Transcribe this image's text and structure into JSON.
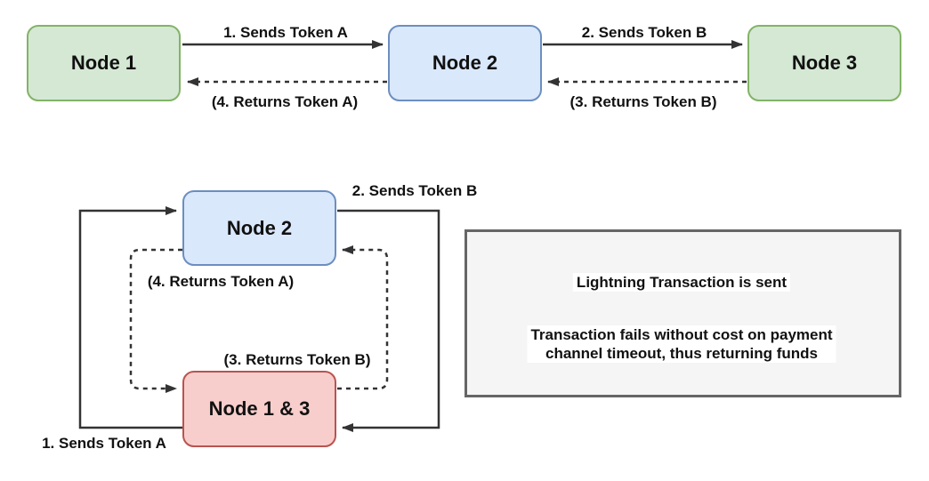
{
  "top_diagram": {
    "nodes": [
      {
        "label": "Node 1",
        "color": "green"
      },
      {
        "label": "Node 2",
        "color": "blue"
      },
      {
        "label": "Node 3",
        "color": "green"
      }
    ],
    "edges": [
      {
        "label": "1. Sends Token A",
        "type": "solid",
        "from": "Node 1",
        "to": "Node 2"
      },
      {
        "label": "2. Sends Token B",
        "type": "solid",
        "from": "Node 2",
        "to": "Node 3"
      },
      {
        "label": "(3. Returns Token B)",
        "type": "dashed",
        "from": "Node 3",
        "to": "Node 2"
      },
      {
        "label": "(4. Returns Token A)",
        "type": "dashed",
        "from": "Node 2",
        "to": "Node 1"
      }
    ]
  },
  "loop_diagram": {
    "nodes": [
      {
        "label": "Node 2",
        "color": "blue"
      },
      {
        "label": "Node 1 & 3",
        "color": "red"
      }
    ],
    "edges": [
      {
        "label": "1. Sends Token A",
        "type": "solid",
        "from": "Node 1 & 3",
        "to": "Node 2"
      },
      {
        "label": "2. Sends Token B",
        "type": "solid",
        "from": "Node 2",
        "to": "Node 1 & 3"
      },
      {
        "label": "(3. Returns Token B)",
        "type": "dashed",
        "from": "Node 1 & 3",
        "to": "Node 2"
      },
      {
        "label": "(4. Returns Token A)",
        "type": "dashed",
        "from": "Node 2",
        "to": "Node 1 & 3"
      }
    ]
  },
  "legend": {
    "solid_arrow_label": "Lightning Transaction is sent",
    "dashed_arrow_label_line1": "Transaction fails without cost on payment",
    "dashed_arrow_label_line2": "channel timeout, thus returning funds"
  },
  "colors": {
    "node_green_fill": "#d5e8d4",
    "node_green_border": "#82b366",
    "node_blue_fill": "#dae8fc",
    "node_blue_border": "#6c8ebf",
    "node_red_fill": "#f8cecc",
    "node_red_border": "#b85450",
    "legend_fill": "#f5f5f5",
    "legend_border": "#666666",
    "line": "#333333",
    "text": "#111111"
  }
}
